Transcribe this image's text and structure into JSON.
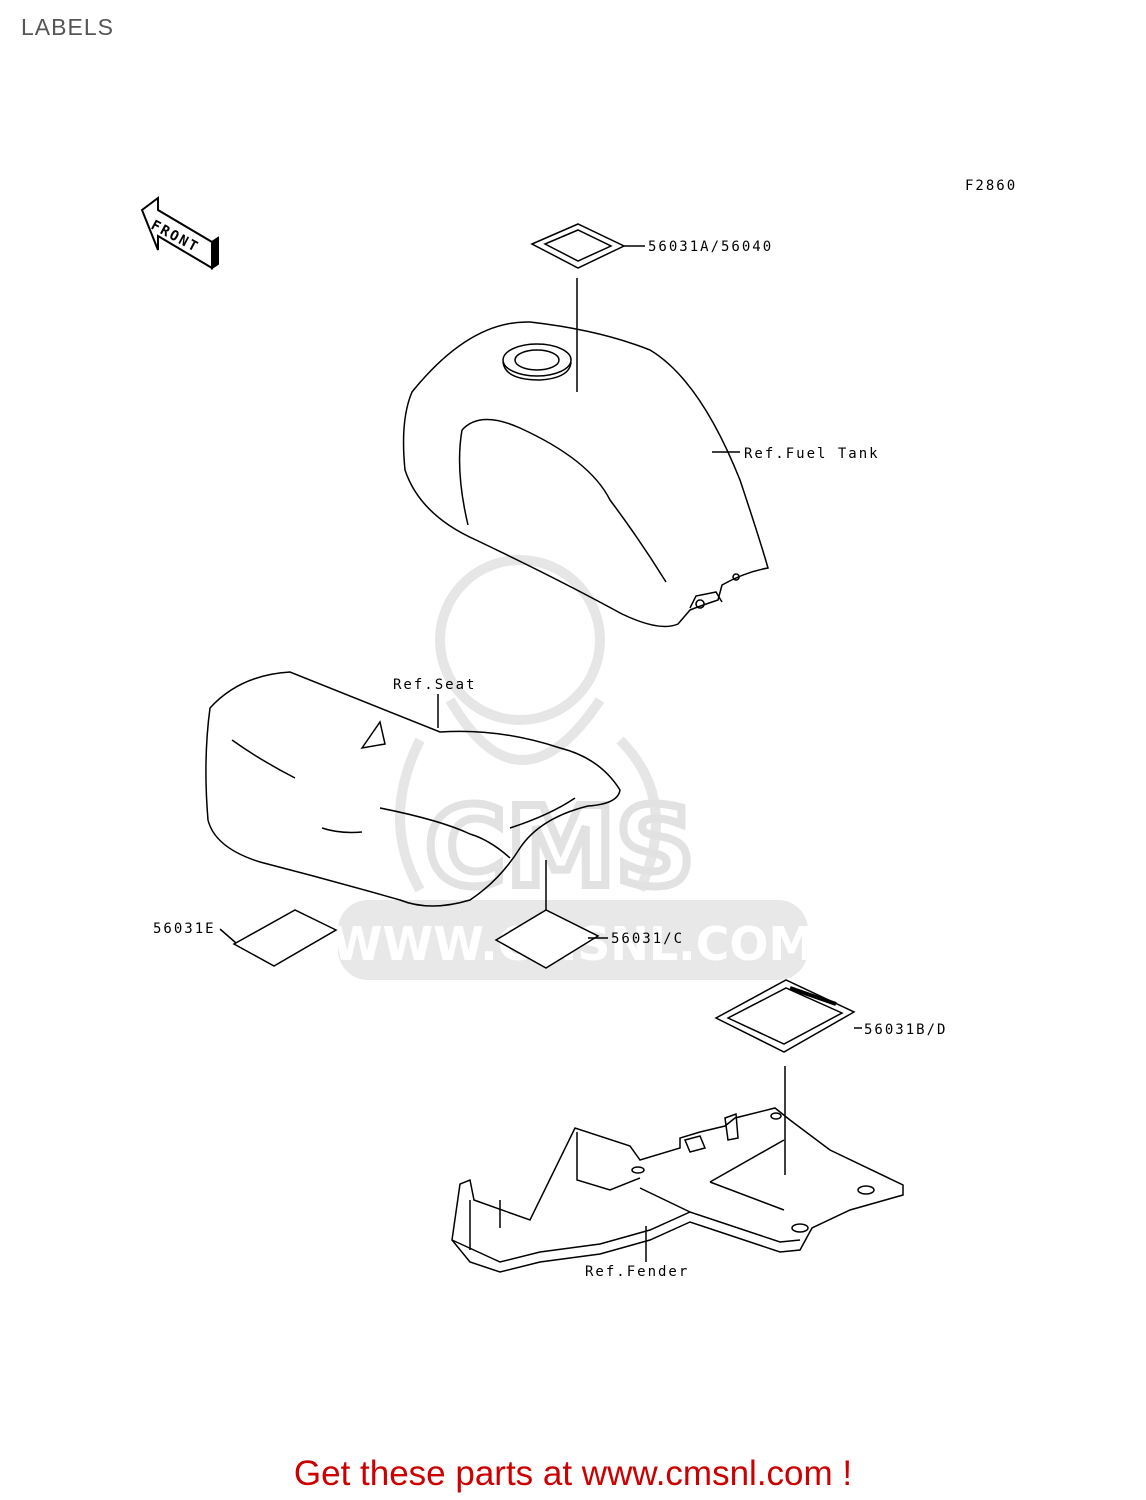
{
  "page": {
    "title": "LABELS"
  },
  "diagram": {
    "figure_code": "F2860",
    "direction_marker": "FRONT",
    "callouts": {
      "top_label": "56031A/56040",
      "fuel_tank": "Ref.Fuel Tank",
      "seat": "Ref.Seat",
      "left_label": "56031E",
      "center_label": "56031/C",
      "right_label": "56031B/D",
      "fender": "Ref.Fender"
    }
  },
  "watermark": {
    "brand": "CMS",
    "site": "WWW.CMSNL.COM"
  },
  "colors": {
    "footer": "#cc0000",
    "title": "#555555",
    "watermark": "#e4e4e4"
  },
  "footer": {
    "text": "Get these parts at www.cmsnl.com !"
  }
}
